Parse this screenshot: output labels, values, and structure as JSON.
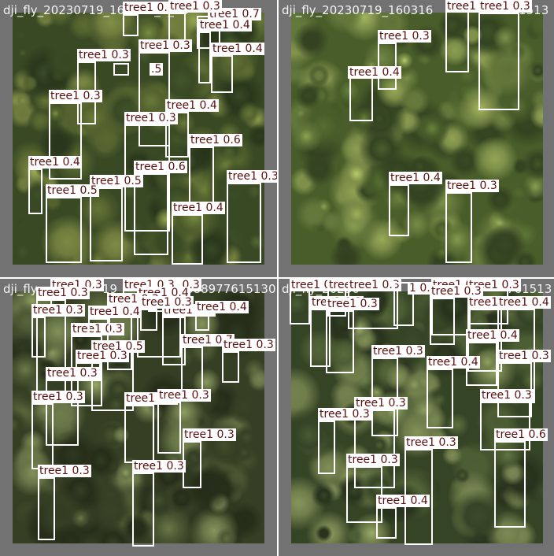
{
  "panels": [
    {
      "filename": "dji_fly_20230719_160316_0_16",
      "photo_colors": [
        "#5d6e33",
        "#3f5128",
        "#7b8a44",
        "#2f3d1f"
      ],
      "detections": [
        {
          "label": "tree1 0.7"
        },
        {
          "label": "tree1 0.3"
        },
        {
          "label": "tree1 0.3"
        },
        {
          "label": "tree1 0.4"
        },
        {
          "label": "tree1 0.4"
        },
        {
          "label": "tree1 0.3"
        },
        {
          "label": "tree1 0.3"
        },
        {
          "label": ".5"
        },
        {
          "label": "tree1 0.3"
        },
        {
          "label": "tree1 0.4"
        },
        {
          "label": "tree1 0.3"
        },
        {
          "label": "tree1 0.6"
        },
        {
          "label": "tree1 0.4"
        },
        {
          "label": "tree1 0.6"
        },
        {
          "label": "tree1 0.5"
        },
        {
          "label": "tree1 0.5"
        },
        {
          "label": "tree1 0.3"
        },
        {
          "label": "tree1 0.4"
        }
      ]
    },
    {
      "filename": "dji_fly_20230719_160316",
      "filename_tail": "761513",
      "photo_colors": [
        "#6f8442",
        "#51672f",
        "#8da052",
        "#3a4a25"
      ],
      "detections": [
        {
          "label": "tree1 0.4"
        },
        {
          "label": "tree1 0.3"
        },
        {
          "label": "tree1 0.3"
        },
        {
          "label": "tree1 0.4"
        },
        {
          "label": "tree1 0.4"
        },
        {
          "label": "tree1 0.3"
        }
      ]
    },
    {
      "filename": "dji_fly_",
      "filename_tail": "19_",
      "filename_tail2": "688977615130",
      "photo_colors": [
        "#56633a",
        "#3b4628",
        "#748250",
        "#2a331d"
      ],
      "detections": [
        {
          "label": "tree1 0.3"
        },
        {
          "label": "tree1 0.3"
        },
        {
          "label": "tree1 0.3"
        },
        {
          "label": "tree1 0.3"
        },
        {
          "label": "tree1 0.4"
        },
        {
          "label": "tree1 0.3"
        },
        {
          "label": "tree1 0.4"
        },
        {
          "label": "tree1 0.3"
        },
        {
          "label": "tree1 0.5"
        },
        {
          "label": "tree1 0.7"
        },
        {
          "label": "tree1 0.3"
        },
        {
          "label": "tree1 0.3"
        },
        {
          "label": "tree1 0.3"
        },
        {
          "label": "tree1 0.3"
        },
        {
          "label": "tree1 0.3"
        },
        {
          "label": "tree1 0.3"
        },
        {
          "label": "tree1 0.3"
        },
        {
          "label": "tree1 0.3"
        },
        {
          "label": "tree1 0.3"
        },
        {
          "label": "tree1 0.4"
        },
        {
          "label": "tree1 0.3"
        },
        {
          "label": "tree1 0.3"
        },
        {
          "label": "tree1 0.4"
        }
      ]
    },
    {
      "filename": "dji_fly_20230",
      "filename_tail": "761513",
      "photo_colors": [
        "#55683a",
        "#3c4c2a",
        "#7c8c54",
        "#2c3820"
      ],
      "detections": [
        {
          "label": "tree1 0"
        },
        {
          "label": "tree"
        },
        {
          "label": "tree1 0.3"
        },
        {
          "label": "1 0.3"
        },
        {
          "label": "tree1 0"
        },
        {
          "label": "tree1 0.3"
        },
        {
          "label": "tree1 0.3"
        },
        {
          "label": "tree1 0.3"
        },
        {
          "label": "tree1 0.3"
        },
        {
          "label": "tree1 0.4"
        },
        {
          "label": "tree1 0.4"
        },
        {
          "label": "tree1 0.4"
        },
        {
          "label": "tree1 0.3"
        },
        {
          "label": "tree1 0.4"
        },
        {
          "label": "tree1 0.3"
        },
        {
          "label": "tree1 0.3"
        },
        {
          "label": "tree1 0.3"
        },
        {
          "label": "tree1 0.3"
        },
        {
          "label": "tree1 0.3"
        },
        {
          "label": "tree1 0.3"
        },
        {
          "label": "tree1 0.6"
        },
        {
          "label": "tree1 0.4"
        }
      ]
    }
  ]
}
